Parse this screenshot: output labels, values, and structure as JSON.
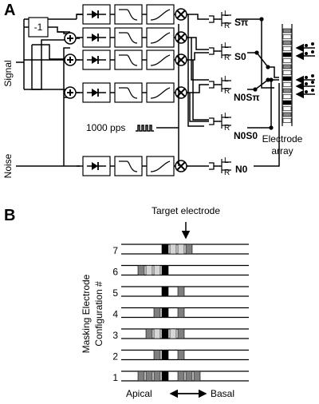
{
  "panel_a": {
    "letter": "A",
    "input_signal": "Signal",
    "input_noise": "Noise",
    "inverter": "-1",
    "pulse_rate": "1000 pps",
    "lr_left": "L",
    "lr_right": "R",
    "outputs": [
      "Sπ",
      "S0",
      "N0Sπ",
      "N0S0",
      "N0"
    ],
    "electrode_label_line1": "Electrode",
    "electrode_label_line2": "array"
  },
  "panel_b": {
    "letter": "B",
    "target_label": "Target electrode",
    "ylabel_line1": "Masking Electrode",
    "ylabel_line2": "Configuration #",
    "configs": [
      {
        "num": "7",
        "cells": [
          "W",
          "W",
          "W",
          "W",
          "B",
          "L",
          "L",
          "G",
          "W",
          "W",
          "W"
        ]
      },
      {
        "num": "6",
        "cells": [
          "W",
          "G",
          "L",
          "L",
          "B",
          "W",
          "W",
          "W",
          "W",
          "W",
          "W"
        ]
      },
      {
        "num": "5",
        "cells": [
          "W",
          "W",
          "W",
          "W",
          "B",
          "W",
          "G",
          "W",
          "W",
          "W",
          "W"
        ]
      },
      {
        "num": "4",
        "cells": [
          "W",
          "W",
          "W",
          "G",
          "B",
          "W",
          "G",
          "W",
          "W",
          "W",
          "W"
        ]
      },
      {
        "num": "3",
        "cells": [
          "W",
          "W",
          "G",
          "L",
          "B",
          "L",
          "G",
          "W",
          "W",
          "W",
          "W"
        ]
      },
      {
        "num": "2",
        "cells": [
          "W",
          "W",
          "W",
          "G",
          "B",
          "W",
          "G",
          "W",
          "W",
          "W",
          "W"
        ]
      },
      {
        "num": "1",
        "cells": [
          "W",
          "G",
          "G",
          "G",
          "B",
          "W",
          "G",
          "G",
          "G",
          "W",
          "W"
        ]
      }
    ],
    "apical": "Apical",
    "basal": "Basal"
  }
}
